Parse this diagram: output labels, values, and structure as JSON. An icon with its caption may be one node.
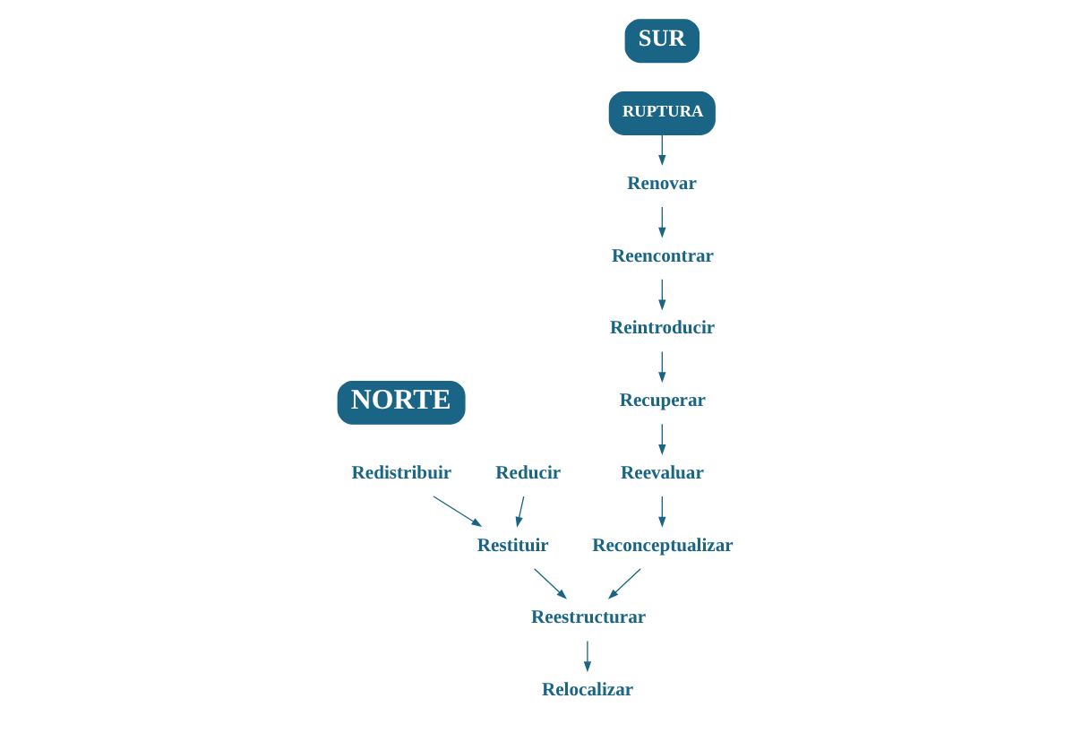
{
  "diagram": {
    "nodes": [
      {
        "text": [
          "NORTE"
        ]
      },
      {
        "text": [
          "Redistribuir"
        ]
      },
      {
        "text": [
          "Reducir"
        ]
      },
      {
        "text": [
          "Restituir"
        ]
      },
      {
        "text": [
          "SUR"
        ]
      },
      {
        "text": [
          "RUPTURA"
        ]
      },
      {
        "text": [
          "Reestructurar"
        ]
      },
      {
        "text": [
          "Renovar"
        ]
      },
      {
        "text": [
          "Reencontrar"
        ]
      },
      {
        "text": [
          "Reintroducir"
        ]
      },
      {
        "text": [
          "Recuperar"
        ]
      },
      {
        "text": [
          "Reevaluar"
        ]
      },
      {
        "text": [
          "Reconceptualizar"
        ]
      },
      {
        "text": [
          "Relocalizar"
        ]
      }
    ],
    "edges": [
      {
        "from": 1,
        "to": 3,
        "arrow": "to"
      },
      {
        "from": 2,
        "to": 3,
        "arrow": "to"
      },
      {
        "from": 3,
        "to": 6,
        "arrow": "to"
      },
      {
        "from": 5,
        "to": 7,
        "arrow": "to"
      },
      {
        "from": 7,
        "to": 8,
        "arrow": "to"
      },
      {
        "from": 8,
        "to": 9,
        "arrow": "to"
      },
      {
        "from": 9,
        "to": 10,
        "arrow": "to"
      },
      {
        "from": 10,
        "to": 11,
        "arrow": "to"
      },
      {
        "from": 11,
        "to": 12,
        "arrow": "to"
      },
      {
        "from": 12,
        "to": 6,
        "arrow": "to"
      },
      {
        "from": 6,
        "to": 13,
        "arrow": "to"
      }
    ]
  }
}
